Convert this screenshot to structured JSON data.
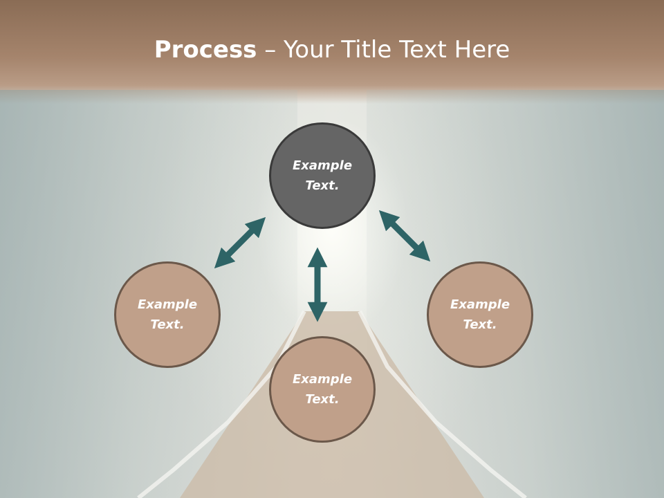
{
  "title": {
    "bold": "Process",
    "rest": " – Your Title Text Here"
  },
  "nodes": {
    "top": {
      "line1": "Example",
      "line2": "Text."
    },
    "left": {
      "line1": "Example",
      "line2": "Text."
    },
    "right": {
      "line1": "Example",
      "line2": "Text."
    },
    "bottom": {
      "line1": "Example",
      "line2": "Text."
    }
  },
  "colors": {
    "header": "#a5846c",
    "node_fill": "#c0a08a",
    "node_highlight": "#656565",
    "arrow": "#2e6466"
  }
}
